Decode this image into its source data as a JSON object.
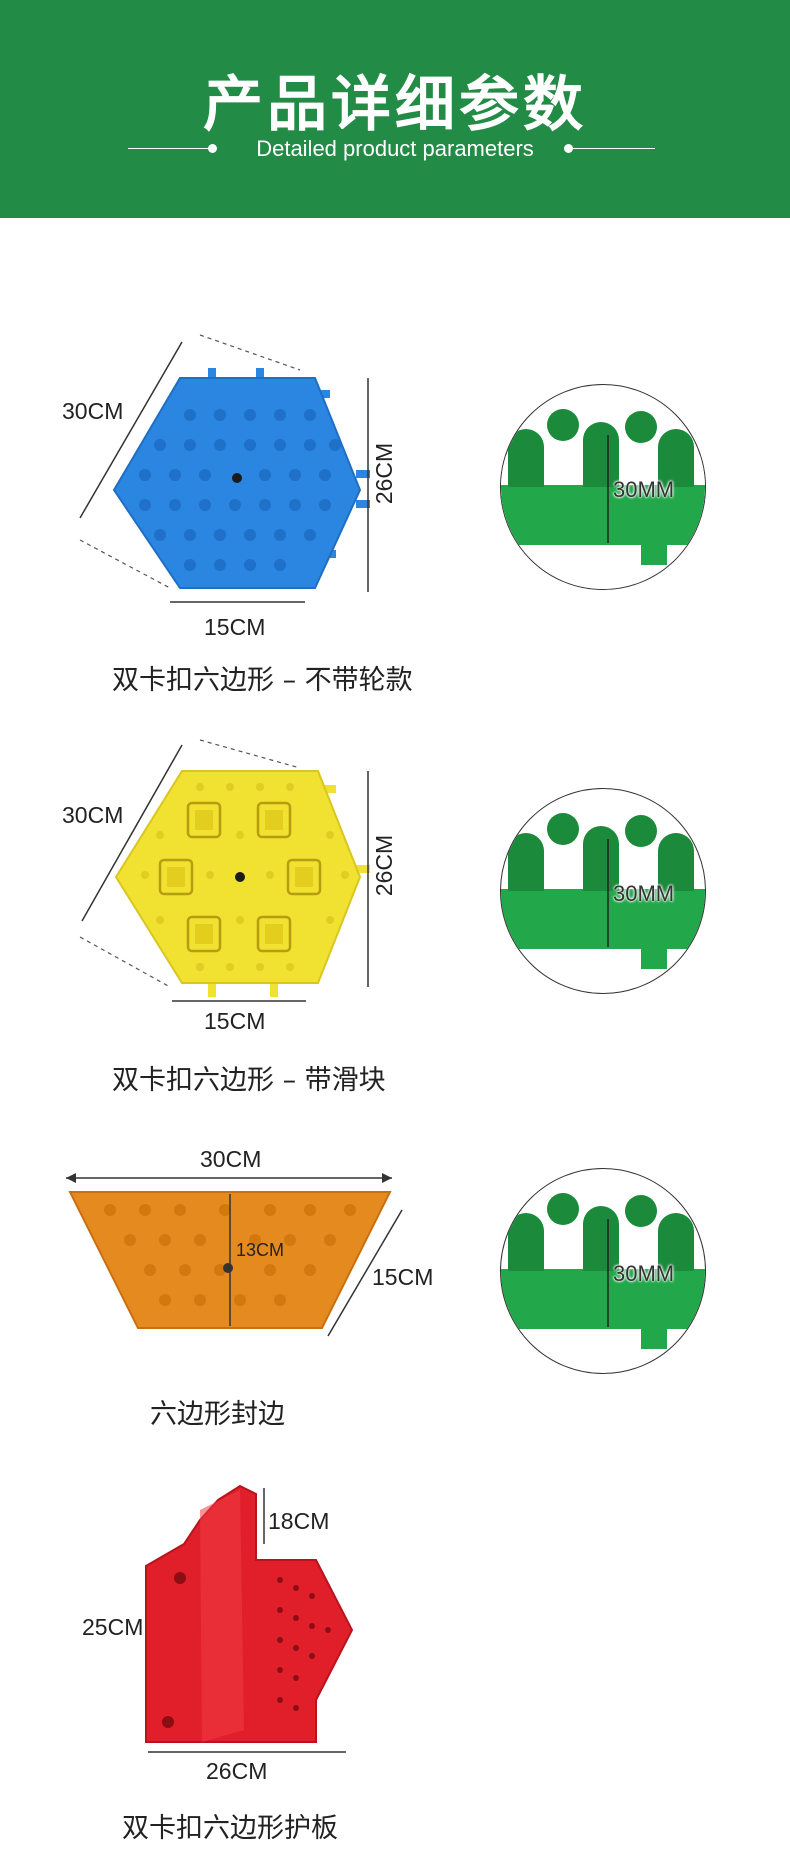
{
  "header": {
    "title": "产品详细参数",
    "subtitle": "Detailed product parameters"
  },
  "colors": {
    "header_bg": "#228b45",
    "blue_tile": "#2a86e0",
    "yellow_tile": "#f1e130",
    "orange_edge": "#e58a1e",
    "red_guard": "#e01f2a",
    "green_detail": "#22a84a"
  },
  "products": [
    {
      "caption": "双卡扣六边形 – 不带轮款",
      "dims": {
        "diagonal": "30CM",
        "height": "26CM",
        "side": "15CM"
      },
      "detail_label": "30MM"
    },
    {
      "caption": "双卡扣六边形 – 带滑块",
      "dims": {
        "diagonal": "30CM",
        "height": "26CM",
        "side": "15CM"
      },
      "detail_label": "30MM"
    },
    {
      "caption": "六边形封边",
      "dims": {
        "width": "30CM",
        "depth": "13CM",
        "side": "15CM"
      },
      "detail_label": "30MM"
    },
    {
      "caption": "双卡扣六边形护板",
      "dims": {
        "height": "18CM",
        "length": "25CM",
        "width": "26CM"
      }
    }
  ]
}
